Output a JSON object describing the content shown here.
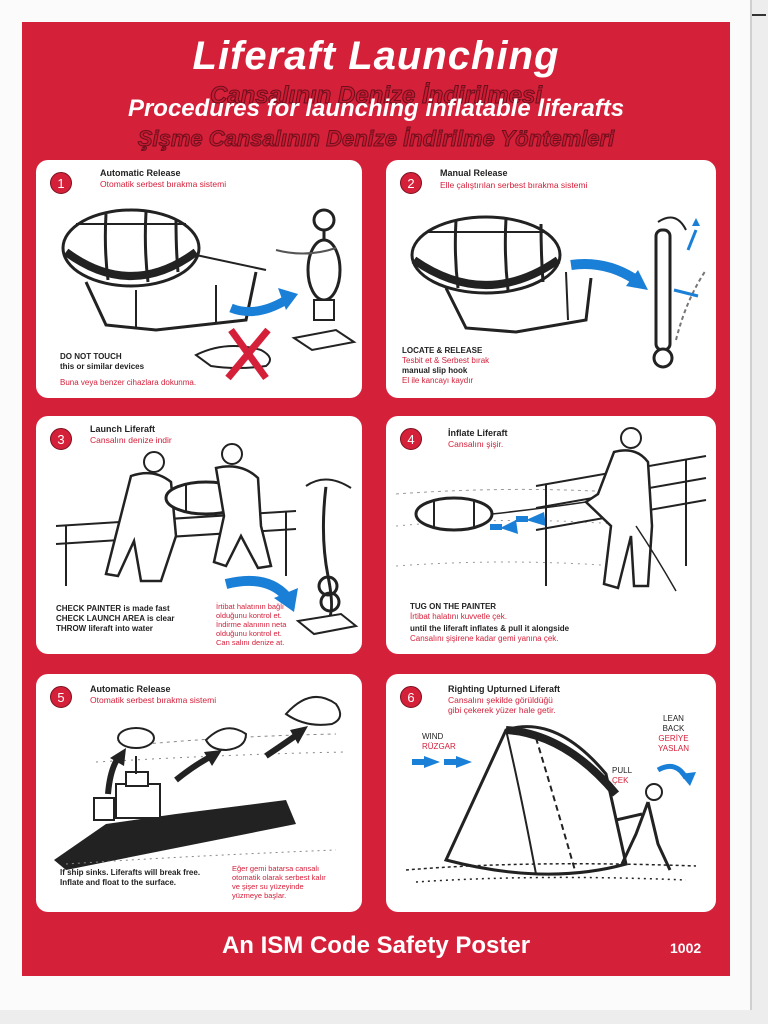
{
  "header": {
    "title": "Liferaft Launching",
    "title_tr": "Cansalının Denize İndirilmesi",
    "subtitle": "Procedures for launching inflatable liferafts",
    "subtitle_tr": "Şişme Cansalının Denize İndirilme Yöntemleri"
  },
  "panels": [
    {
      "number": "1",
      "title": "Automatic Release",
      "title_tr": "Otomatik serbest bırakma sistemi",
      "warning": "DO NOT TOUCH",
      "warning2": "this or similar devices",
      "warning_tr": "Buna veya benzer cihazlara dokunma."
    },
    {
      "number": "2",
      "title": "Manual Release",
      "title_tr": "Elle çalıştırılan serbest bırakma sistemi",
      "step_en": "LOCATE & RELEASE",
      "step_tr": "Tesbit et & Serbest bırak",
      "step_en2": "manual slip hook",
      "step_tr2": "El ile kancayı kaydır"
    },
    {
      "number": "3",
      "title": "Launch Liferaft",
      "title_tr": "Cansalını denize indir",
      "instr_en": [
        "CHECK PAINTER is made fast",
        "CHECK LAUNCH AREA is clear",
        "THROW liferaft into water"
      ],
      "instr_tr": [
        "İrtibat halatının bağlı",
        "olduğunu kontrol et.",
        "İndirme alanının neta",
        "olduğunu kontrol et.",
        "Can salını denize at."
      ]
    },
    {
      "number": "4",
      "title": "İnflate Liferaft",
      "title_tr": "Cansalını şişir.",
      "step_en": "TUG ON THE PAINTER",
      "step_tr": "İrtibat halatını kuvvetle çek.",
      "step_en2": "until the liferaft inflates & pull it alongside",
      "step_tr2": "Cansalını şişirene kadar gemi yanına çek."
    },
    {
      "number": "5",
      "title": "Automatic Release",
      "title_tr": "Otomatik serbest bırakma sistemi",
      "note_en": [
        "If ship sinks. Liferafts will break free.",
        "Inflate and float to the surface."
      ],
      "note_tr": [
        "Eğer gemi batarsa cansalı",
        "otomatik olarak serbest kalır",
        "ve şişer su yüzeyinde",
        "yüzmeye başlar."
      ]
    },
    {
      "number": "6",
      "title": "Righting Upturned Liferaft",
      "title_tr": [
        "Cansalını şekilde görüldüğü",
        "gibi çekerek yüzer hale getir."
      ],
      "wind": "WIND",
      "wind_tr": "RÜZGAR",
      "pull": "PULL",
      "pull_tr": "ÇEK",
      "lean": [
        "LEAN",
        "BACK"
      ],
      "lean_tr": [
        "GERİYE",
        "YASLAN"
      ]
    }
  ],
  "footer": {
    "text": "An ISM Code Safety Poster",
    "code": "1002"
  },
  "colors": {
    "poster_red": "#d5203a",
    "arrow_blue": "#1a7fd6",
    "white": "#ffffff",
    "ink": "#222222"
  }
}
